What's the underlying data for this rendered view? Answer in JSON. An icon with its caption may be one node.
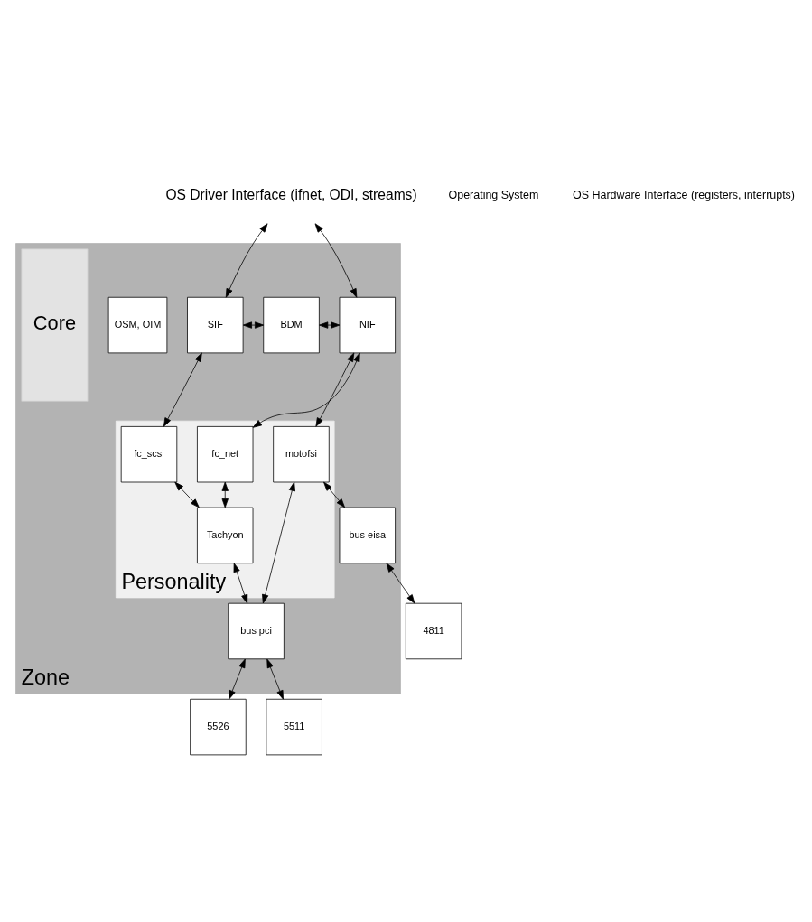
{
  "diagram": {
    "nodes": [
      {
        "text": [
          "OS Driver Interface (ifnet, ODI, streams)"
        ]
      },
      {
        "text": [
          "Zone"
        ]
      },
      {
        "text": [
          "SIF"
        ],
        "in": 1
      },
      {
        "text": [
          "BDM"
        ],
        "in": 1
      },
      {
        "text": [
          "NIF"
        ],
        "in": 1
      },
      {
        "text": [
          "OSM, OIM"
        ],
        "in": 1
      },
      {
        "text": [
          "Personality"
        ],
        "in": 1
      },
      {
        "text": [
          "fc_scsi"
        ],
        "in": 6
      },
      {
        "text": [
          "fc_net"
        ],
        "in": 6
      },
      {
        "text": [
          "Tachyon"
        ],
        "in": 6
      },
      {
        "text": [
          "motofsi"
        ],
        "in": 6
      },
      {
        "text": [
          "Core"
        ],
        "in": 1
      },
      {
        "text": [
          "bus pci"
        ],
        "in": 1
      },
      {
        "text": [
          "bus eisa"
        ],
        "in": 1
      },
      {
        "text": [
          "5526"
        ]
      },
      {
        "text": [
          "5511"
        ]
      },
      {
        "text": [
          "4811"
        ]
      }
    ],
    "edges": [
      {
        "from": 0,
        "to": 2,
        "arrow": "both"
      },
      {
        "from": 0,
        "to": 4,
        "arrow": "both"
      },
      {
        "from": 2,
        "to": 3,
        "arrow": "both"
      },
      {
        "from": 3,
        "to": 4,
        "arrow": "both"
      },
      {
        "from": 2,
        "to": 7,
        "arrow": "both"
      },
      {
        "from": 4,
        "to": 8,
        "arrow": "both"
      },
      {
        "from": 4,
        "to": 10,
        "arrow": "both"
      },
      {
        "from": 7,
        "to": 9,
        "arrow": "both"
      },
      {
        "from": 8,
        "to": 9,
        "arrow": "both"
      },
      {
        "from": 9,
        "to": 12,
        "arrow": "both"
      },
      {
        "from": 10,
        "to": 12,
        "arrow": "both"
      },
      {
        "from": 10,
        "to": 13,
        "arrow": "both"
      },
      {
        "from": 12,
        "to": 14,
        "arrow": "both"
      },
      {
        "from": 12,
        "to": 15,
        "arrow": "both"
      },
      {
        "from": 13,
        "to": 16,
        "arrow": "both"
      }
    ],
    "labels": [
      "Operating System",
      "OS Hardware Interface (registers, interrupts)"
    ]
  }
}
